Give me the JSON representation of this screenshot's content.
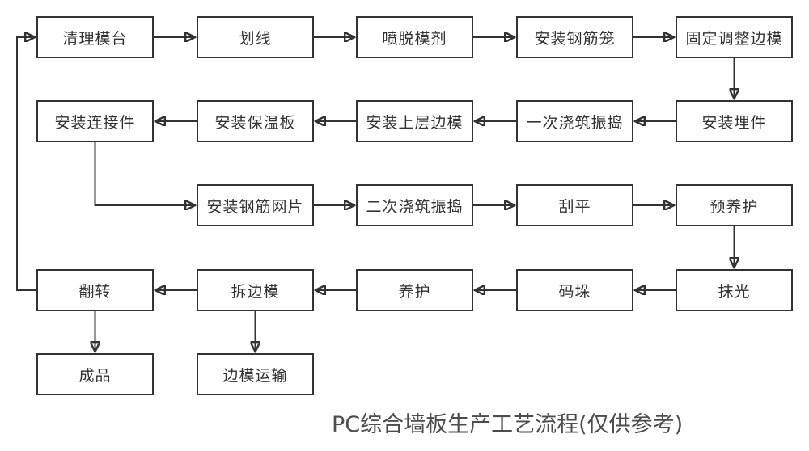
{
  "diagram": {
    "title": "PC综合墙板生产工艺流程(仅供参考)",
    "colors": {
      "line": "#333333",
      "box_border": "#333333",
      "box_fill": "#ffffff",
      "box_text": "#333333",
      "title_text": "#4d4d4d",
      "background": "#ffffff"
    },
    "nodes": [
      {
        "id": "clean-mold-platform",
        "label": "清理模台"
      },
      {
        "id": "marking",
        "label": "划线"
      },
      {
        "id": "spray-release-agent",
        "label": "喷脱模剂"
      },
      {
        "id": "install-rebar-cage",
        "label": "安装钢筋笼"
      },
      {
        "id": "fix-adjust-side-forms",
        "label": "固定调整边模"
      },
      {
        "id": "install-embedded-parts",
        "label": "安装埋件"
      },
      {
        "id": "first-pour-vibrate",
        "label": "一次浇筑振捣"
      },
      {
        "id": "install-upper-side-forms",
        "label": "安装上层边模"
      },
      {
        "id": "install-insulation-board",
        "label": "安装保温板"
      },
      {
        "id": "install-connectors",
        "label": "安装连接件"
      },
      {
        "id": "install-rebar-mesh",
        "label": "安装钢筋网片"
      },
      {
        "id": "second-pour-vibrate",
        "label": "二次浇筑振捣"
      },
      {
        "id": "screeding",
        "label": "刮平"
      },
      {
        "id": "pre-curing",
        "label": "预养护"
      },
      {
        "id": "trowel-finish",
        "label": "抹光"
      },
      {
        "id": "stacking",
        "label": "码垛"
      },
      {
        "id": "curing",
        "label": "养护"
      },
      {
        "id": "remove-side-forms",
        "label": "拆边模"
      },
      {
        "id": "flipping",
        "label": "翻转"
      },
      {
        "id": "finished-product",
        "label": "成品"
      },
      {
        "id": "side-form-transport",
        "label": "边模运输"
      }
    ],
    "edges": [
      {
        "from": "clean-mold-platform",
        "to": "marking"
      },
      {
        "from": "marking",
        "to": "spray-release-agent"
      },
      {
        "from": "spray-release-agent",
        "to": "install-rebar-cage"
      },
      {
        "from": "install-rebar-cage",
        "to": "fix-adjust-side-forms"
      },
      {
        "from": "fix-adjust-side-forms",
        "to": "install-embedded-parts"
      },
      {
        "from": "install-embedded-parts",
        "to": "first-pour-vibrate"
      },
      {
        "from": "first-pour-vibrate",
        "to": "install-upper-side-forms"
      },
      {
        "from": "install-upper-side-forms",
        "to": "install-insulation-board"
      },
      {
        "from": "install-insulation-board",
        "to": "install-connectors"
      },
      {
        "from": "install-connectors",
        "to": "install-rebar-mesh"
      },
      {
        "from": "install-rebar-mesh",
        "to": "second-pour-vibrate"
      },
      {
        "from": "second-pour-vibrate",
        "to": "screeding"
      },
      {
        "from": "screeding",
        "to": "pre-curing"
      },
      {
        "from": "pre-curing",
        "to": "trowel-finish"
      },
      {
        "from": "trowel-finish",
        "to": "stacking"
      },
      {
        "from": "stacking",
        "to": "curing"
      },
      {
        "from": "curing",
        "to": "remove-side-forms"
      },
      {
        "from": "remove-side-forms",
        "to": "flipping"
      },
      {
        "from": "flipping",
        "to": "finished-product"
      },
      {
        "from": "remove-side-forms",
        "to": "side-form-transport"
      },
      {
        "from": "flipping",
        "to": "clean-mold-platform"
      }
    ]
  }
}
